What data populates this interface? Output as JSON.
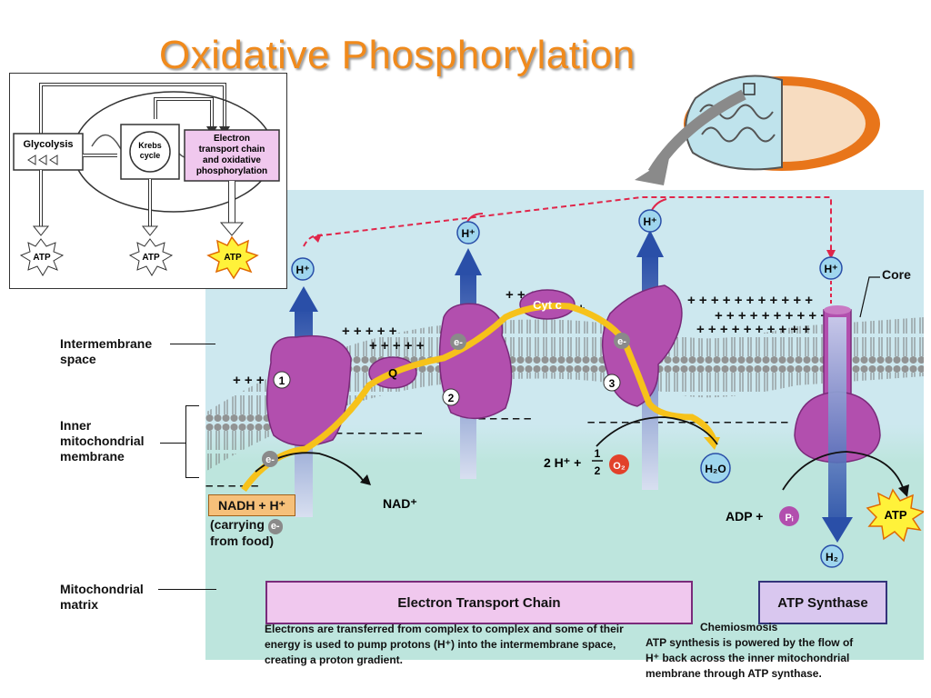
{
  "title": "Oxidative Phosphorylation",
  "inset": {
    "glycolysis": "Glycolysis",
    "krebs_line1": "Krebs",
    "krebs_line2": "cycle",
    "etc_line1": "Electron",
    "etc_line2": "transport chain",
    "etc_line3": "and oxidative",
    "etc_line4": "phosphorylation",
    "atp1": "ATP",
    "atp2": "ATP",
    "atp3": "ATP"
  },
  "labels": {
    "intermembrane_line1": "Intermembrane",
    "intermembrane_line2": "space",
    "inner_line1": "Inner",
    "inner_line2": "mitochondrial",
    "inner_line3": "membrane",
    "matrix_line1": "Mitochondrial",
    "matrix_line2": "matrix",
    "core": "Core"
  },
  "diagram": {
    "h_plus": "H⁺",
    "q": "Q",
    "cyt_c": "Cyt c",
    "complex1": "1",
    "complex2": "2",
    "complex3": "3",
    "e_minus": "e-",
    "nadh": "NADH + H⁺",
    "nad": "NAD⁺",
    "carrying_line1": "(carrying",
    "carrying_line2": "from food)",
    "two_h": "2 H⁺ +",
    "half_num": "1",
    "half_den": "2",
    "o2": "O₂",
    "h2o": "H₂O",
    "adp": "ADP +",
    "pi": "Pᵢ",
    "atp": "ATP",
    "h2": "H₂"
  },
  "boxes": {
    "etc": "Electron Transport Chain",
    "atp_synthase": "ATP Synthase"
  },
  "captions": {
    "etc": "Electrons  are transferred from complex to complex and some of their energy is used to pump protons (H⁺) into the intermembrane space, creating a proton gradient.",
    "chemi_title": "Chemiosmosis",
    "chemi": "ATP synthesis is powered by the flow of H⁺ back across the inner mitochondrial membrane through ATP synthase."
  },
  "colors": {
    "title": "#f08a1c",
    "protein": "#b24fae",
    "electron_path": "#f6c21a",
    "proton_arrow": "#2a4fa8",
    "atp_star": "#fff23a",
    "mito_outer": "#e8751a"
  }
}
